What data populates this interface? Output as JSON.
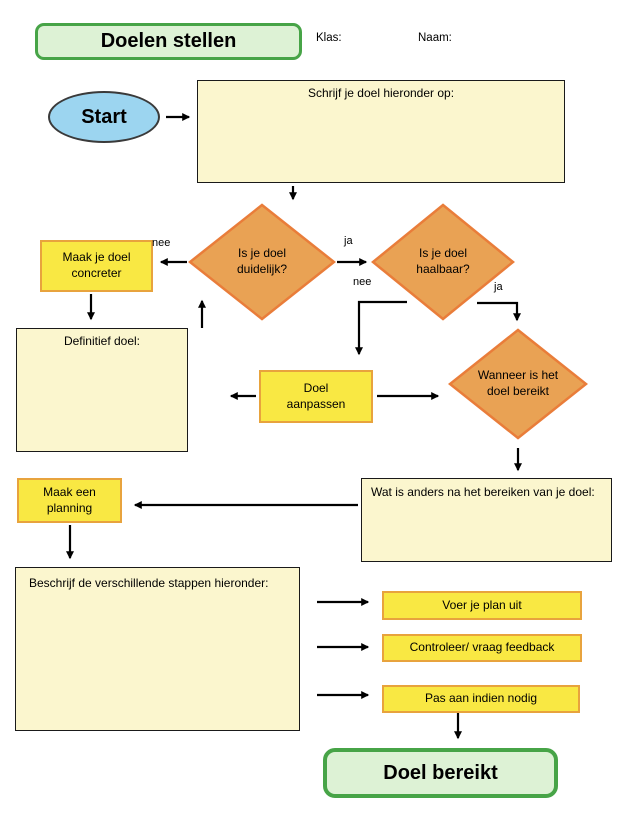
{
  "page": {
    "title": "Doelen stellen",
    "klas_label": "Klas:",
    "naam_label": "Naam:"
  },
  "nodes": {
    "start": "Start",
    "write_goal": "Schrijf je doel hieronder op:",
    "goal_clear": "Is je doel duidelijk?",
    "make_concrete": "Maak je doel concreter",
    "definitive_goal": "Definitief doel:",
    "goal_feasible": "Is je doel haalbaar?",
    "adjust_goal": "Doel aanpassen",
    "when_reached": "Wanneer is het doel bereikt",
    "what_different": "Wat is anders na het bereiken van je doel:",
    "make_planning": "Maak een planning",
    "describe_steps": "Beschrijf de verschillende stappen hieronder:",
    "execute_plan": "Voer je plan uit",
    "check_feedback": "Controleer/ vraag feedback",
    "adjust_if_needed": "Pas aan indien nodig",
    "goal_reached": "Doel bereikt"
  },
  "edge_labels": {
    "clear_no": "nee",
    "clear_yes": "ja",
    "feasible_no": "nee",
    "feasible_yes": "ja"
  },
  "colors": {
    "green_fill": "#ddf2d5",
    "green_border": "#47a447",
    "cream_fill": "#fbf6ce",
    "yellow_fill": "#f9e843",
    "yellow_border": "#e8a33d",
    "orange_fill": "#e9a254",
    "orange_border": "#e97d3a",
    "blue_fill": "#9cd5f0",
    "line": "#000000"
  }
}
